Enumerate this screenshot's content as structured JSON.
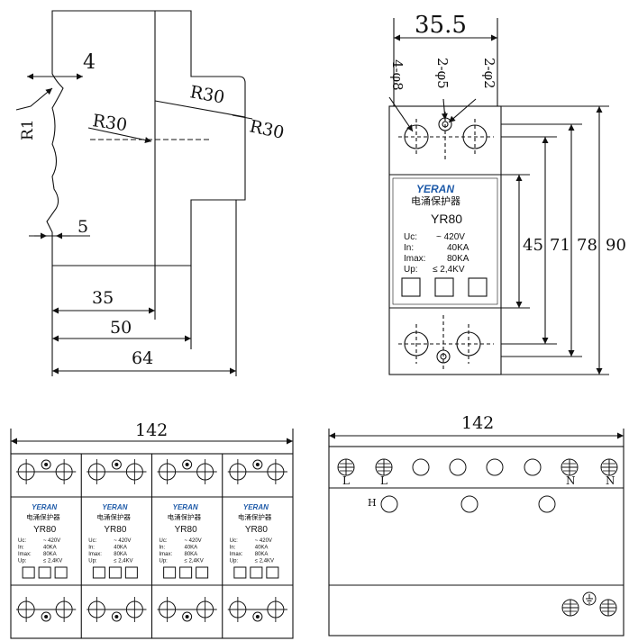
{
  "side_view": {
    "dims": {
      "d4": "4",
      "r1": "R1",
      "r30_inner": "R30",
      "r30_top": "R30",
      "r30_right": "R30",
      "d5": "5",
      "d35": "35",
      "d50": "50",
      "d64": "64"
    }
  },
  "front_view": {
    "dims": {
      "d35_5": "35.5",
      "hole_4phi8": "4-φ8",
      "hole_2phi5": "2-φ5",
      "hole_2phi2": "2-φ2",
      "d45": "45",
      "d71": "71",
      "d78": "78",
      "d90": "90"
    },
    "label": {
      "brand": "YERAN",
      "title_cn": "电涌保护器",
      "model": "YR80",
      "specs": [
        {
          "key": "Uc:",
          "value": "~ 420V"
        },
        {
          "key": "In:",
          "value": "40KA"
        },
        {
          "key": "Imax:",
          "value": "80KA"
        },
        {
          "key": "Up:",
          "value": "≤ 2,4KV"
        }
      ]
    }
  },
  "four_module_view": {
    "width_dim": "142",
    "modules": [
      {
        "brand": "YERAN",
        "title_cn": "电涌保护器",
        "model": "YR80",
        "specs": [
          {
            "key": "Uc:",
            "value": "~ 420V"
          },
          {
            "key": "In:",
            "value": "40KA"
          },
          {
            "key": "Imax:",
            "value": "80KA"
          },
          {
            "key": "Up:",
            "value": "≤ 2,4KV"
          }
        ]
      },
      {
        "brand": "YERAN",
        "title_cn": "电涌保护器",
        "model": "YR80",
        "specs": [
          {
            "key": "Uc:",
            "value": "~ 420V"
          },
          {
            "key": "In:",
            "value": "40KA"
          },
          {
            "key": "Imax:",
            "value": "80KA"
          },
          {
            "key": "Up:",
            "value": "≤ 2,4KV"
          }
        ]
      },
      {
        "brand": "YERAN",
        "title_cn": "电涌保护器",
        "model": "YR80",
        "specs": [
          {
            "key": "Uc:",
            "value": "~ 420V"
          },
          {
            "key": "In:",
            "value": "40KA"
          },
          {
            "key": "Imax:",
            "value": "80KA"
          },
          {
            "key": "Up:",
            "value": "≤ 2,4KV"
          }
        ]
      },
      {
        "brand": "YERAN",
        "title_cn": "电涌保护器",
        "model": "YR80",
        "specs": [
          {
            "key": "Uc:",
            "value": "~ 420V"
          },
          {
            "key": "In:",
            "value": "40KA"
          },
          {
            "key": "Imax:",
            "value": "80KA"
          },
          {
            "key": "Up:",
            "value": "≤ 2,4KV"
          }
        ]
      }
    ]
  },
  "terminal_view": {
    "width_dim": "142",
    "terminal_labels": [
      "L",
      "L",
      "N",
      "N"
    ],
    "h_label": "H"
  }
}
